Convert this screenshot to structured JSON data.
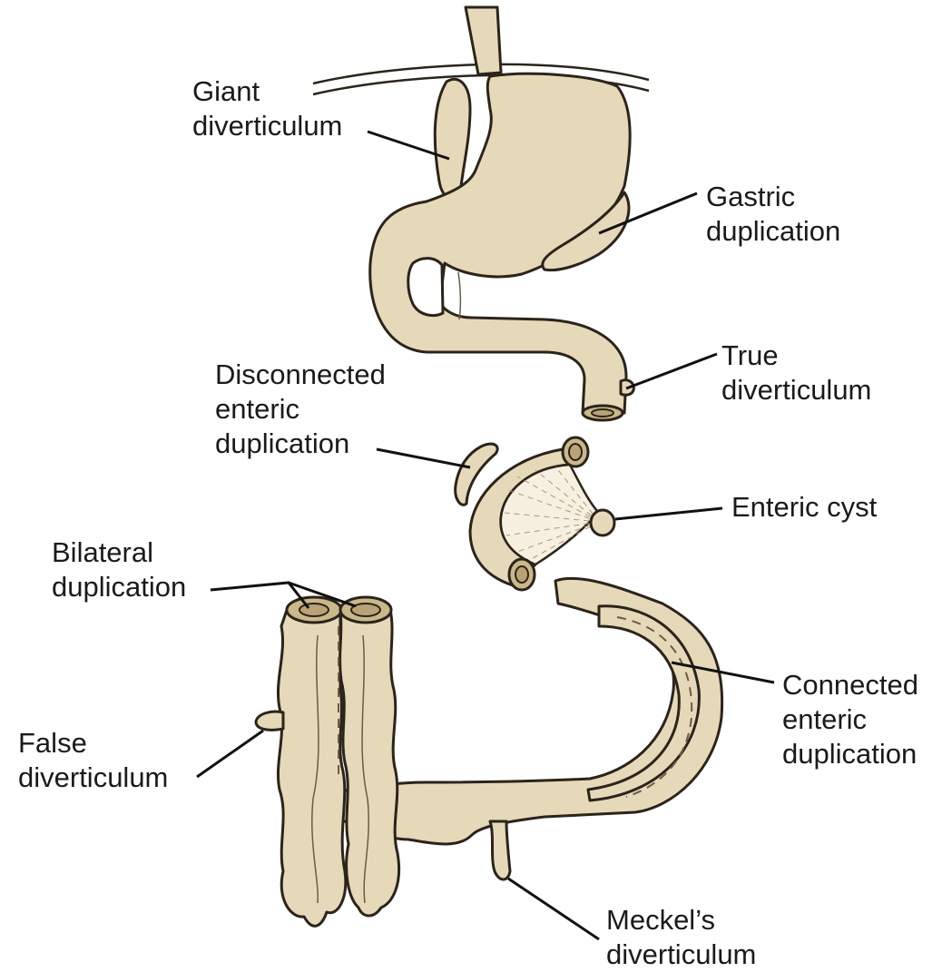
{
  "labels": {
    "giant_diverticulum": [
      "Giant",
      "diverticulum"
    ],
    "gastric_duplication": [
      "Gastric",
      "duplication"
    ],
    "true_diverticulum": [
      "True",
      "diverticulum"
    ],
    "disconnected_enteric_duplication": [
      "Disconnected",
      "enteric",
      "duplication"
    ],
    "enteric_cyst": [
      "Enteric cyst"
    ],
    "bilateral_duplication": [
      "Bilateral",
      "duplication"
    ],
    "connected_enteric_duplication": [
      "Connected",
      "enteric",
      "duplication"
    ],
    "false_diverticulum": [
      "False",
      "diverticulum"
    ],
    "meckels_diverticulum": [
      "Meckel’s",
      "diverticulum"
    ]
  },
  "colors": {
    "tissue": "#e6d9b9",
    "cyst_fill": "#f6f0e0",
    "outline": "#2b241b",
    "leader": "#111111"
  }
}
